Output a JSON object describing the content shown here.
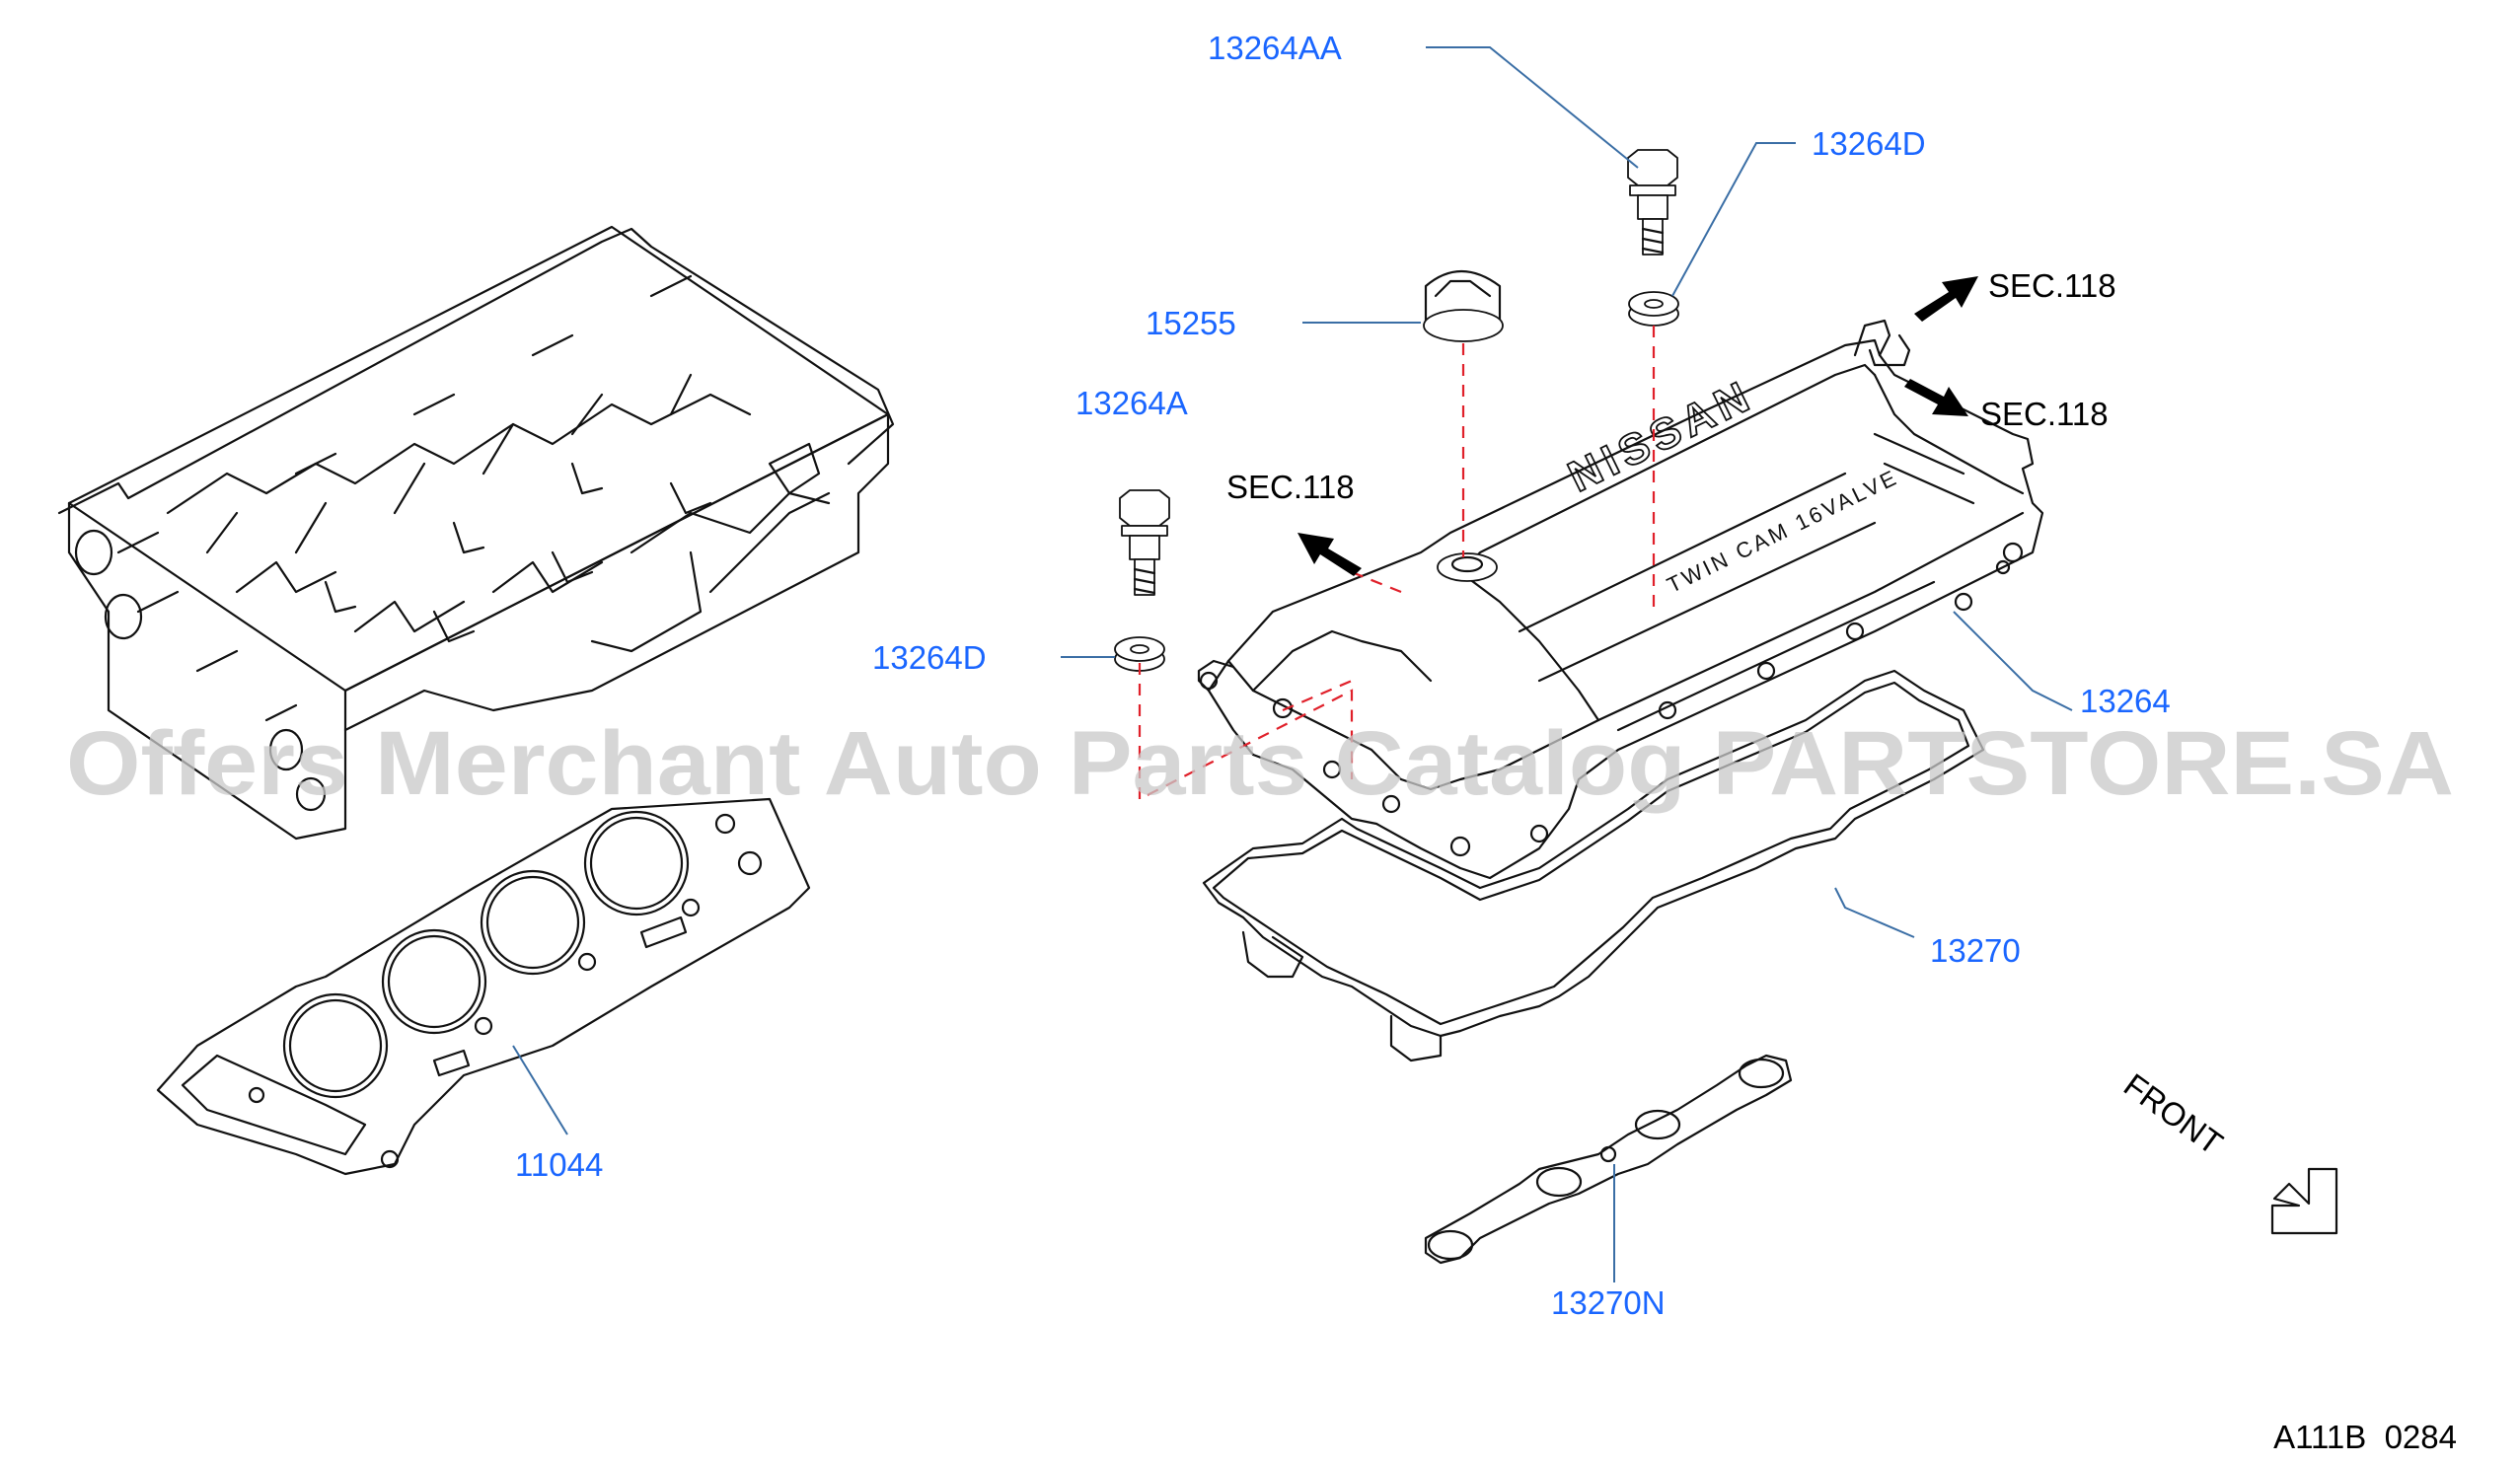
{
  "diagram": {
    "parts": {
      "p13264AA": "13264AA",
      "p13264D_top": "13264D",
      "p15255": "15255",
      "p13264A": "13264A",
      "p13264D_left": "13264D",
      "p13264": "13264",
      "p13270": "13270",
      "p11044": "11044",
      "p13270N": "13270N"
    },
    "sections": {
      "sec_upper_right": "SEC.118",
      "sec_lower_right": "SEC.118",
      "sec_left": "SEC.118"
    },
    "front_label": "FRONT",
    "cover_brand": "NISSAN",
    "cover_text": "TWIN CAM 16VALVE",
    "diagram_code": "A111B  0284",
    "watermark": "Offers Merchant Auto Parts Catalog PARTSTORE.SA",
    "colors": {
      "part_label": "#1a66ff",
      "leader": "#3a6ea5",
      "guide": "#e0202a"
    }
  }
}
